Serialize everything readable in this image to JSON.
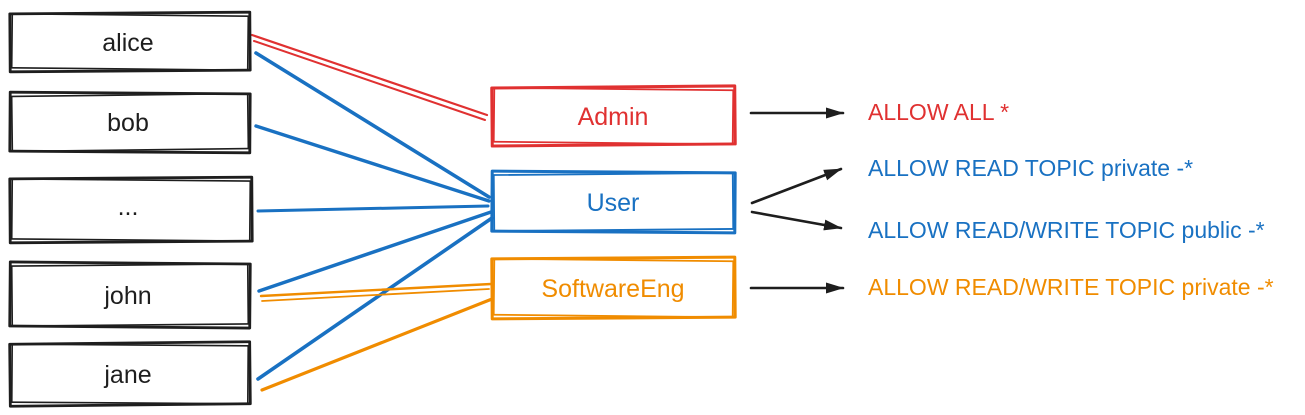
{
  "users": [
    {
      "label": "alice"
    },
    {
      "label": "bob"
    },
    {
      "label": "..."
    },
    {
      "label": "john"
    },
    {
      "label": "jane"
    }
  ],
  "roles": [
    {
      "label": "Admin",
      "color": "#e03131"
    },
    {
      "label": "User",
      "color": "#1971c2"
    },
    {
      "label": "SoftwareEng",
      "color": "#f08c00"
    }
  ],
  "permissions": [
    {
      "label": "ALLOW ALL *",
      "color": "#e03131",
      "from_role": "Admin"
    },
    {
      "label": "ALLOW READ TOPIC private -*",
      "color": "#1971c2",
      "from_role": "User"
    },
    {
      "label": "ALLOW READ/WRITE TOPIC public -*",
      "color": "#1971c2",
      "from_role": "User"
    },
    {
      "label": "ALLOW READ/WRITE TOPIC private -*",
      "color": "#f08c00",
      "from_role": "SoftwareEng"
    }
  ],
  "memberships": [
    {
      "user": "alice",
      "role": "Admin"
    },
    {
      "user": "alice",
      "role": "User"
    },
    {
      "user": "bob",
      "role": "User"
    },
    {
      "user": "...",
      "role": "User"
    },
    {
      "user": "john",
      "role": "User"
    },
    {
      "user": "john",
      "role": "SoftwareEng"
    },
    {
      "user": "jane",
      "role": "User"
    },
    {
      "user": "jane",
      "role": "SoftwareEng"
    }
  ],
  "colors": {
    "ink": "#1e1e1e",
    "background": "#ffffff"
  }
}
